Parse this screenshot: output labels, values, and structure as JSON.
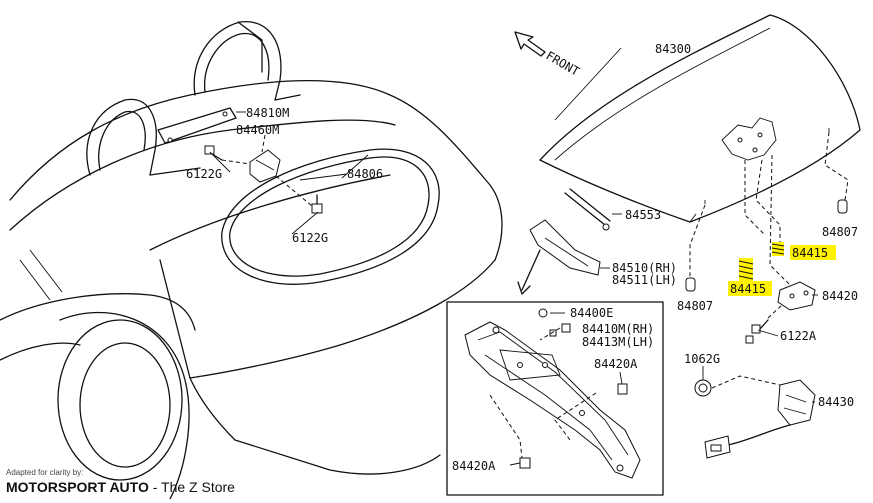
{
  "direction_label": "FRONT",
  "part_labels": {
    "p84300": "84300",
    "p84810m": "84810M",
    "p84460m": "84460M",
    "p6122g_a": "6122G",
    "p84806": "84806",
    "p6122g_b": "6122G",
    "p84553": "84553",
    "p84807_a": "84807",
    "p84415_a": "84415",
    "p84415_b": "84415",
    "p84420": "84420",
    "p84510rh": "84510(RH)",
    "p84511lh": "84511(LH)",
    "p84807_b": "84807",
    "p6122a": "6122A",
    "p84400e": "84400E",
    "p84410m": "84410M(RH)",
    "p84413m": "84413M(LH)",
    "p84420a_a": "84420A",
    "p84420a_b": "84420A",
    "p1062g": "1062G",
    "p84430": "84430"
  },
  "credit": {
    "small": "Adapted for clarity by:",
    "brand": "MOTORSPORT AUTO",
    "suffix": " - The Z Store"
  },
  "highlight_color": "#fff200"
}
